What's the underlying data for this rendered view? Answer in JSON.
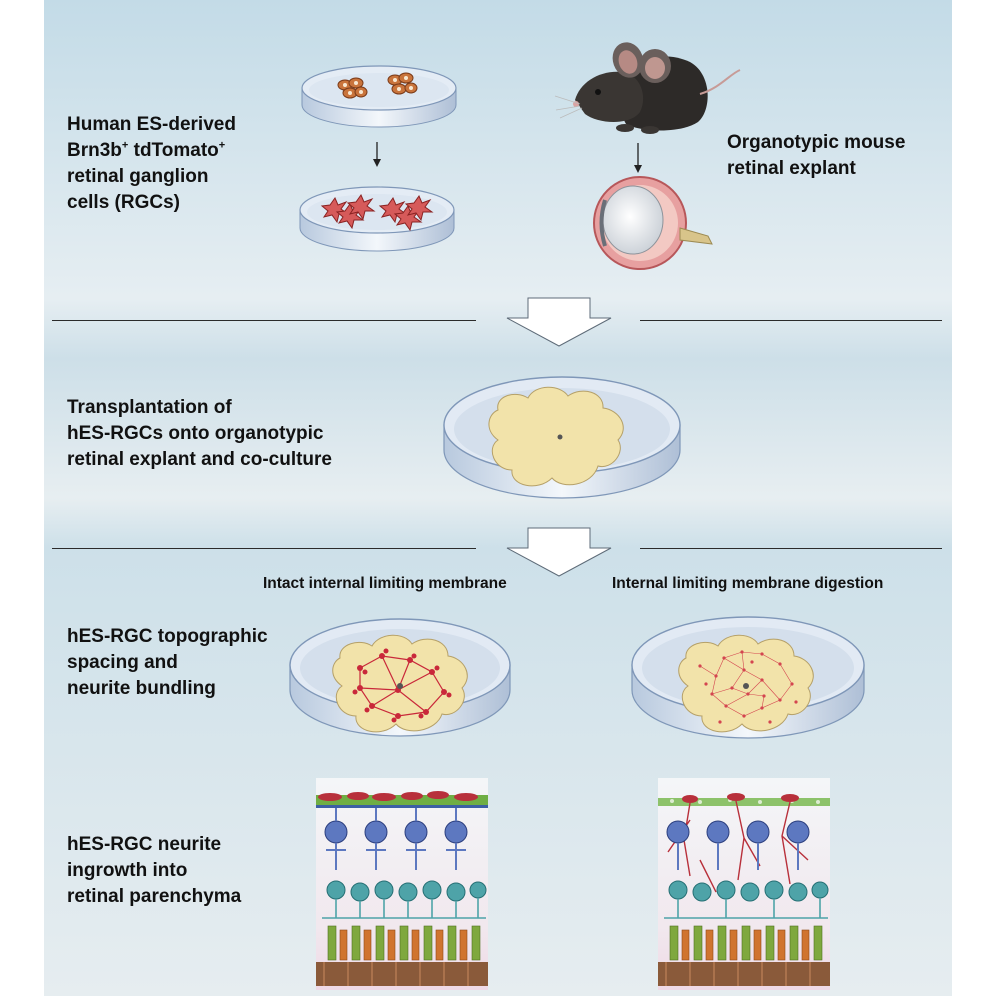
{
  "sections": {
    "source_label": {
      "line1": "Human ES-derived",
      "line2_a": "Brn3b",
      "line2_b": " tdTomato",
      "sup": "+",
      "line3": "retinal ganglion",
      "line4": "cells (RGCs)"
    },
    "explant_label": {
      "line1": "Organotypic mouse",
      "line2": "retinal explant"
    },
    "transplant_label": {
      "line1": "Transplantation of",
      "line2": "hES-RGCs onto organotypic",
      "line3": "retinal explant and co-culture"
    },
    "conditions": {
      "left": "Intact internal limiting membrane",
      "right": "Internal limiting membrane digestion"
    },
    "spacing_label": {
      "line1": "hES-RGC topographic",
      "line2": "spacing and",
      "line3": "neurite bundling"
    },
    "ingrowth_label": {
      "line1": "hES-RGC neurite",
      "line2": "ingrowth into",
      "line3": "retinal parenchyma"
    }
  },
  "colors": {
    "rgc_red": "#c9283a",
    "explant_tissue": "#f2e3aa",
    "neuron_blue": "#5d78c0",
    "neuron_teal": "#4ea3a8",
    "photoreceptor_green": "#7fa83e",
    "photoreceptor_orange": "#d0742f"
  }
}
